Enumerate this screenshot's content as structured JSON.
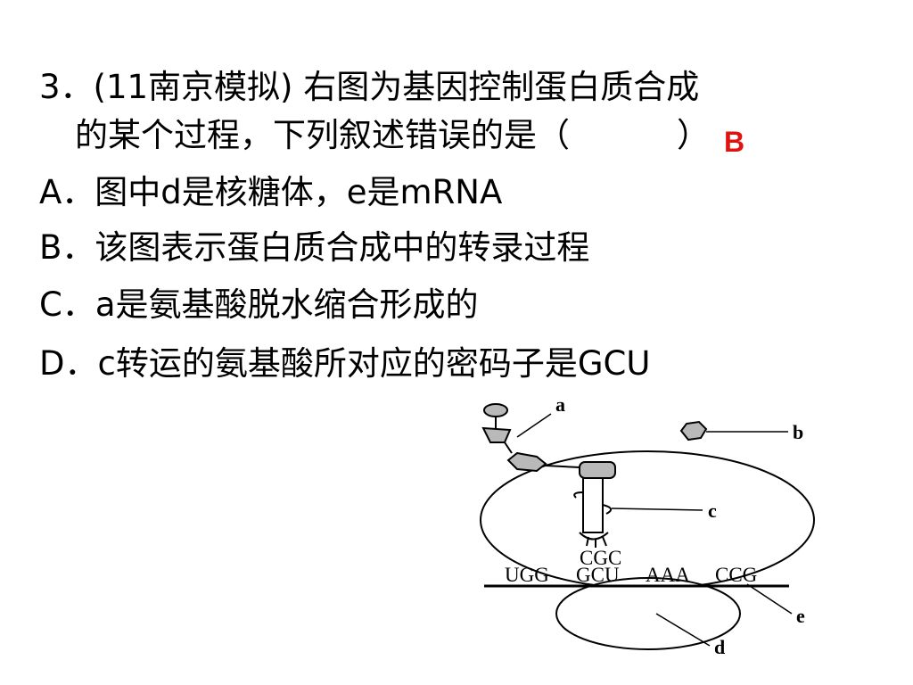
{
  "question": {
    "line1": "3．(11南京模拟) 右图为基因控制蛋白质合成",
    "line2_prefix": "的某个过程，下列叙述错误的是（",
    "line2_suffix": "）",
    "answer": "B"
  },
  "options": [
    {
      "text": "A．图中d是核糖体，e是mRNA"
    },
    {
      "text": "B．该图表示蛋白质合成中的转录过程"
    },
    {
      "text": "C．a是氨基酸脱水缩合形成的"
    },
    {
      "text": "D．c转运的氨基酸所对应的密码子是GCU"
    }
  ],
  "diagram": {
    "labels": {
      "a": "a",
      "b": "b",
      "c": "c",
      "d": "d",
      "e": "e"
    },
    "anticodon": "CGC",
    "mrna_codons": [
      "UGG",
      "GCU",
      "AAA",
      "CCG"
    ]
  },
  "colors": {
    "answer": "#e0140f",
    "text": "#000000"
  }
}
